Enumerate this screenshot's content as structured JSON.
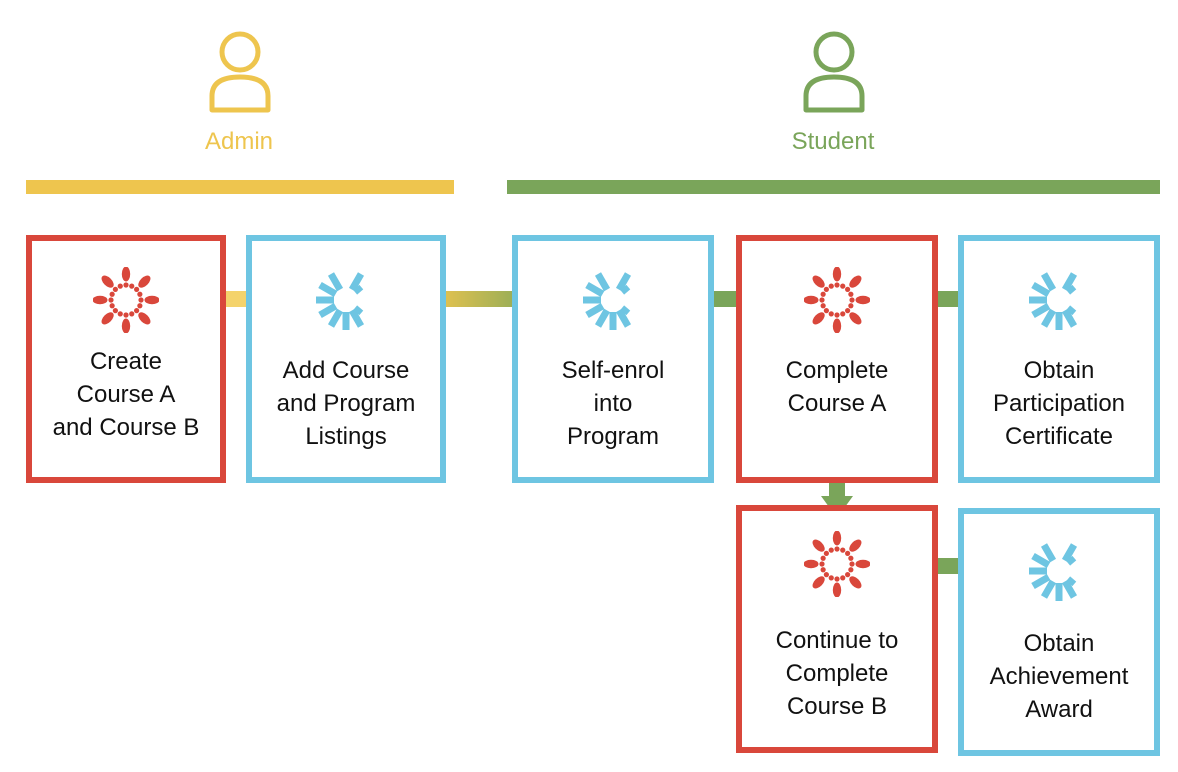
{
  "colors": {
    "admin": "#EEC54E",
    "student": "#7AA55A",
    "canvas_red": "#D9473B",
    "canvas_blue": "#6EC5E2",
    "text": "#111111"
  },
  "roles": {
    "admin": {
      "label": "Admin",
      "icon": "person-icon"
    },
    "student": {
      "label": "Student",
      "icon": "person-icon"
    }
  },
  "steps": [
    {
      "id": "create-courses",
      "text": "Create\nCourse A\nand Course B",
      "icon": "canvas-lms-icon",
      "role": "admin"
    },
    {
      "id": "add-listings",
      "text": "Add Course\nand Program\nListings",
      "icon": "canvas-catalog-icon",
      "role": "admin"
    },
    {
      "id": "self-enrol",
      "text": "Self-enrol\ninto\nProgram",
      "icon": "canvas-catalog-icon",
      "role": "student"
    },
    {
      "id": "complete-a",
      "text": "Complete\nCourse A",
      "icon": "canvas-lms-icon",
      "role": "student"
    },
    {
      "id": "participation",
      "text": "Obtain\nParticipation\nCertificate",
      "icon": "canvas-catalog-icon",
      "role": "student"
    },
    {
      "id": "complete-b",
      "text": "Continue to\nComplete\nCourse B",
      "icon": "canvas-lms-icon",
      "role": "student"
    },
    {
      "id": "achievement",
      "text": "Obtain\nAchievement\nAward",
      "icon": "canvas-catalog-icon",
      "role": "student"
    }
  ],
  "arrows": [
    {
      "from": "create-courses",
      "to": "add-listings",
      "style": "admin"
    },
    {
      "from": "add-listings",
      "to": "self-enrol",
      "style": "gradient"
    },
    {
      "from": "self-enrol",
      "to": "complete-a",
      "style": "student"
    },
    {
      "from": "complete-a",
      "to": "participation",
      "style": "student"
    },
    {
      "from": "complete-a",
      "to": "complete-b",
      "style": "student"
    },
    {
      "from": "complete-b",
      "to": "achievement",
      "style": "student"
    }
  ]
}
